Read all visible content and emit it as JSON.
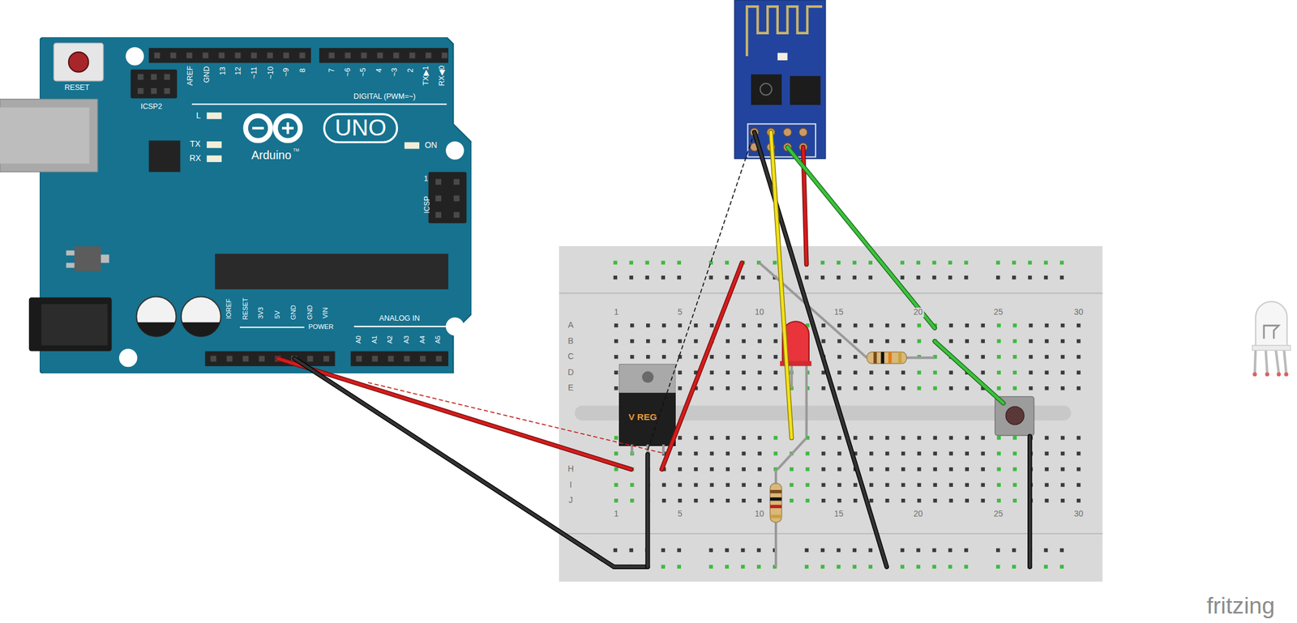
{
  "diagram": {
    "nodes": [
      {
        "text": [
          "RESET",
          "ICSP2",
          "AREF",
          "GND",
          "13",
          "12",
          "~11",
          "~10",
          "~9",
          "8",
          "7",
          "~6",
          "~5",
          "4",
          "~3",
          "2",
          "TX▶1",
          "RX◀0",
          "DIGITAL (PWM=~)",
          "L",
          "TX",
          "RX",
          "UNO",
          "Arduino",
          "TM",
          "ON",
          "1",
          "ICSP",
          "IOREF",
          "RESET",
          "3V3",
          "5V",
          "GND",
          "GND",
          "VIN",
          "POWER",
          "ANALOG IN",
          "A0",
          "A1",
          "A2",
          "A3",
          "A4",
          "A5"
        ]
      },
      {
        "text": [
          "1",
          "5",
          "10",
          "15",
          "20",
          "25",
          "30",
          "A",
          "B",
          "C",
          "D",
          "E",
          "H",
          "I",
          "J",
          "1",
          "5",
          "10",
          "15",
          "20",
          "25",
          "30"
        ]
      },
      {
        "text": [
          "V REG"
        ],
        "in": 1
      }
    ],
    "labels": [
      "fritzing"
    ]
  }
}
